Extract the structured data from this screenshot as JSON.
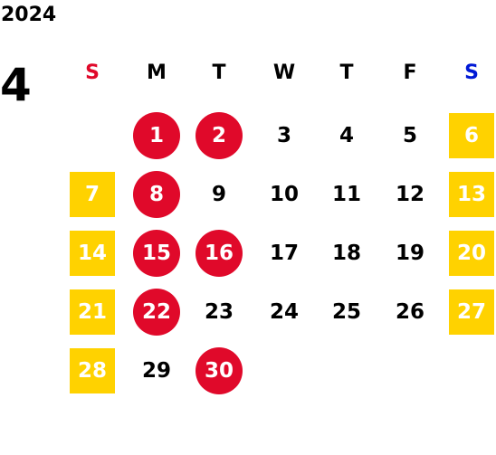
{
  "year": "2024",
  "month": "4",
  "colors": {
    "sunday_label": "#E0092A",
    "saturday_label": "#0019D6",
    "weekday_label": "#000000",
    "weekend_fill": "#FFD200",
    "holiday_fill": "#E0092A"
  },
  "weekdays": [
    {
      "label": "S",
      "kind": "sun"
    },
    {
      "label": "M",
      "kind": "weekday"
    },
    {
      "label": "T",
      "kind": "weekday"
    },
    {
      "label": "W",
      "kind": "weekday"
    },
    {
      "label": "T",
      "kind": "weekday"
    },
    {
      "label": "F",
      "kind": "weekday"
    },
    {
      "label": "S",
      "kind": "sat"
    }
  ],
  "first_weekday_index": 1,
  "days_in_month": 30,
  "holidays": [
    1,
    2,
    8,
    15,
    16,
    22,
    30
  ]
}
